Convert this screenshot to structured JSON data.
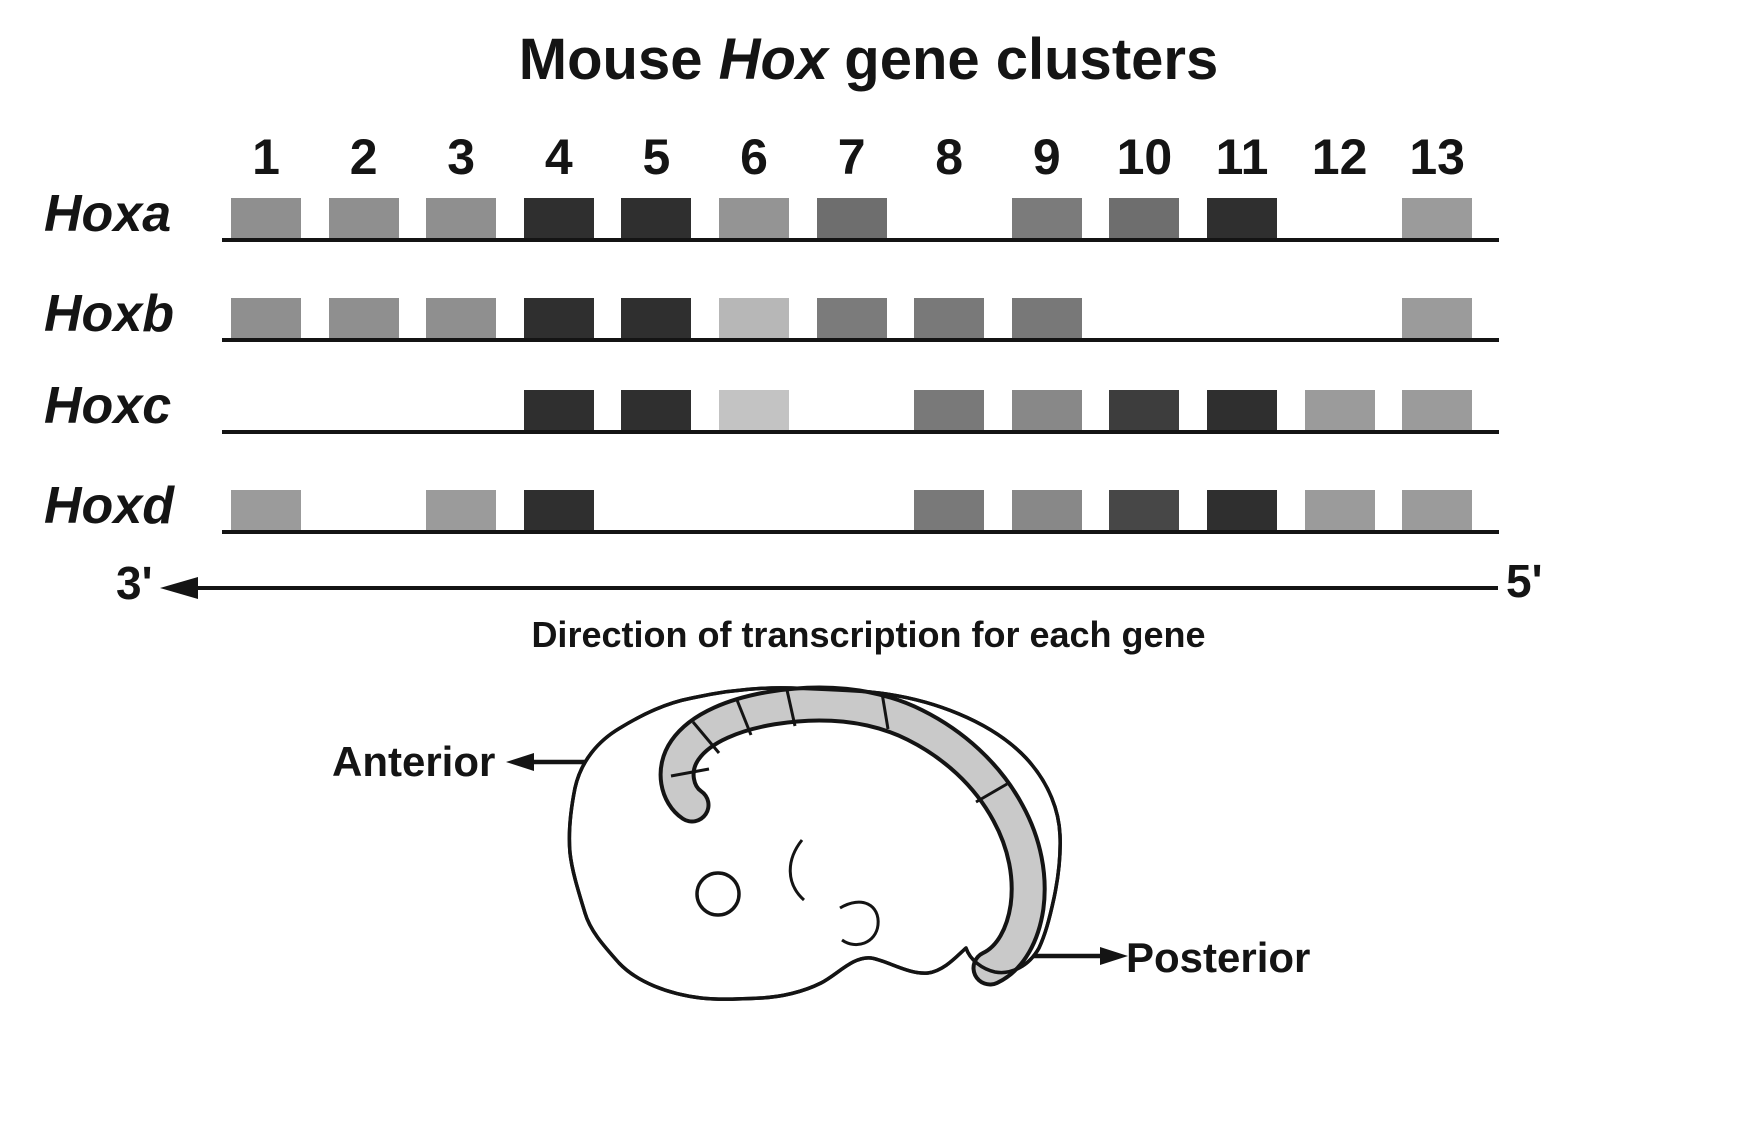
{
  "title": {
    "prefix": "Mouse ",
    "italic_word": "Hox",
    "suffix": " gene clusters"
  },
  "column_numbers": [
    "1",
    "2",
    "3",
    "4",
    "5",
    "6",
    "7",
    "8",
    "9",
    "10",
    "11",
    "12",
    "13"
  ],
  "clusters": [
    {
      "label": "Hoxa",
      "genes": [
        {
          "col": 1,
          "shade": "#8f8f8f"
        },
        {
          "col": 2,
          "shade": "#8f8f8f"
        },
        {
          "col": 3,
          "shade": "#8f8f8f"
        },
        {
          "col": 4,
          "shade": "#2f2f2f"
        },
        {
          "col": 5,
          "shade": "#2f2f2f"
        },
        {
          "col": 6,
          "shade": "#949494"
        },
        {
          "col": 7,
          "shade": "#6e6e6e"
        },
        {
          "col": 9,
          "shade": "#7b7b7b"
        },
        {
          "col": 10,
          "shade": "#6e6e6e"
        },
        {
          "col": 11,
          "shade": "#2f2f2f"
        },
        {
          "col": 13,
          "shade": "#9b9b9b"
        }
      ]
    },
    {
      "label": "Hoxb",
      "genes": [
        {
          "col": 1,
          "shade": "#8f8f8f"
        },
        {
          "col": 2,
          "shade": "#8f8f8f"
        },
        {
          "col": 3,
          "shade": "#8f8f8f"
        },
        {
          "col": 4,
          "shade": "#2f2f2f"
        },
        {
          "col": 5,
          "shade": "#2f2f2f"
        },
        {
          "col": 6,
          "shade": "#b7b7b7"
        },
        {
          "col": 7,
          "shade": "#7b7b7b"
        },
        {
          "col": 8,
          "shade": "#797979"
        },
        {
          "col": 9,
          "shade": "#787878"
        },
        {
          "col": 13,
          "shade": "#9b9b9b"
        }
      ]
    },
    {
      "label": "Hoxc",
      "genes": [
        {
          "col": 4,
          "shade": "#2f2f2f"
        },
        {
          "col": 5,
          "shade": "#2f2f2f"
        },
        {
          "col": 6,
          "shade": "#c3c3c3"
        },
        {
          "col": 8,
          "shade": "#797979"
        },
        {
          "col": 9,
          "shade": "#888888"
        },
        {
          "col": 10,
          "shade": "#3d3d3d"
        },
        {
          "col": 11,
          "shade": "#2f2f2f"
        },
        {
          "col": 12,
          "shade": "#9b9b9b"
        },
        {
          "col": 13,
          "shade": "#9b9b9b"
        }
      ]
    },
    {
      "label": "Hoxd",
      "genes": [
        {
          "col": 1,
          "shade": "#9b9b9b"
        },
        {
          "col": 3,
          "shade": "#9b9b9b"
        },
        {
          "col": 4,
          "shade": "#2f2f2f"
        },
        {
          "col": 8,
          "shade": "#797979"
        },
        {
          "col": 9,
          "shade": "#888888"
        },
        {
          "col": 10,
          "shade": "#474747"
        },
        {
          "col": 11,
          "shade": "#2f2f2f"
        },
        {
          "col": 12,
          "shade": "#9b9b9b"
        },
        {
          "col": 13,
          "shade": "#9b9b9b"
        }
      ]
    }
  ],
  "axis": {
    "left_end": "3'",
    "right_end": "5'",
    "caption": "Direction of transcription for each gene"
  },
  "embryo": {
    "anterior_label": "Anterior",
    "posterior_label": "Posterior",
    "band_color": "#c9c9c9",
    "outline_color": "#141414"
  },
  "colors": {
    "line": "#141414",
    "text": "#141414",
    "background": "#ffffff"
  }
}
